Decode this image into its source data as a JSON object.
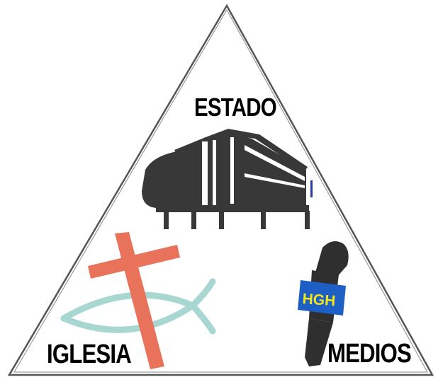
{
  "labels": {
    "estado": "ESTADO",
    "iglesia": "IGLESIA",
    "medios": "MEDIOS"
  },
  "microphone": {
    "badge_text": "HGH"
  },
  "colors": {
    "triangle_stroke": "#555555",
    "building": "#383838",
    "cross": "#e8735a",
    "fish": "#a8d6d1",
    "mic_body": "#2f2f2f",
    "mic_badge": "#1d5fc4",
    "mic_badge_text": "#f3e51a"
  },
  "icons": [
    "government-building-icon",
    "cross-icon",
    "ichthys-fish-icon",
    "microphone-icon"
  ]
}
